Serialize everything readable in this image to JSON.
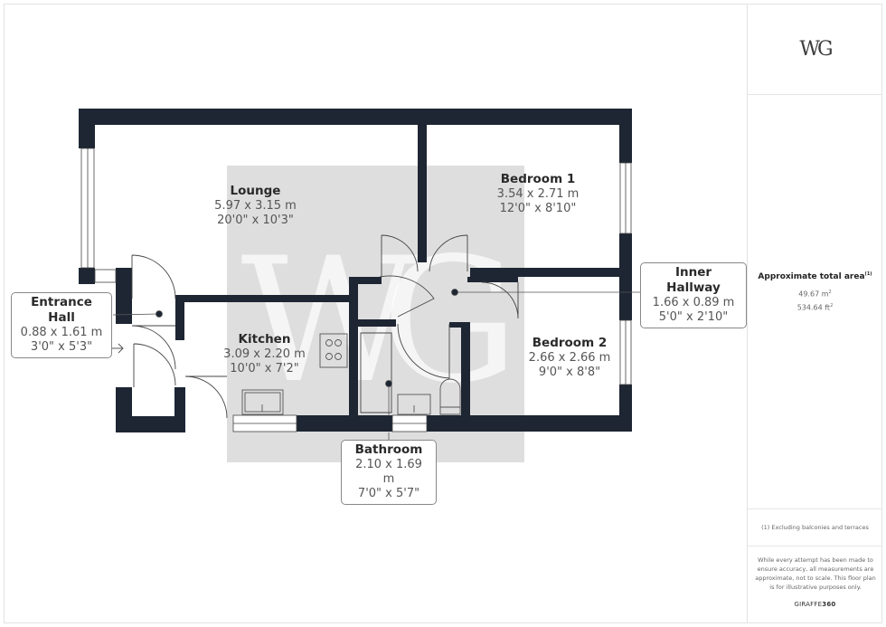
{
  "brand": {
    "logo": "WG",
    "footer_brand_prefix": "GIRAFFE",
    "footer_brand_suffix": "360"
  },
  "summary": {
    "title": "Approximate total area",
    "footnote_marker": "(1)",
    "area_m2": "49.67 m",
    "area_ft2": "534.64 ft",
    "superscript": "2"
  },
  "notes": {
    "excluding": "(1) Excluding balconies and terraces",
    "disclaimer": "While every attempt has been made to ensure accuracy, all measurements are approximate, not to scale. This floor plan is for illustrative purposes only."
  },
  "rooms": [
    {
      "name": "Lounge",
      "metric": "5.97 x 3.15 m",
      "imperial": "20'0\" x 10'3\""
    },
    {
      "name": "Bedroom 1",
      "metric": "3.54 x 2.71 m",
      "imperial": "12'0\" x 8'10\""
    },
    {
      "name": "Inner Hallway",
      "metric": "1.66 x 0.89 m",
      "imperial": "5'0\" x 2'10\""
    },
    {
      "name": "Entrance Hall",
      "metric": "0.88 x 1.61 m",
      "imperial": "3'0\" x 5'3\""
    },
    {
      "name": "Kitchen",
      "metric": "3.09 x 2.20 m",
      "imperial": "10'0\" x 7'2\""
    },
    {
      "name": "Bedroom 2",
      "metric": "2.66 x 2.66 m",
      "imperial": "9'0\" x 8'8\""
    },
    {
      "name": "Bathroom",
      "metric": "2.10 x 1.69 m",
      "imperial": "7'0\" x 5'7\""
    }
  ],
  "colors": {
    "wall": "#1e2633",
    "shade": "#dcdcdc",
    "line": "#555555"
  }
}
